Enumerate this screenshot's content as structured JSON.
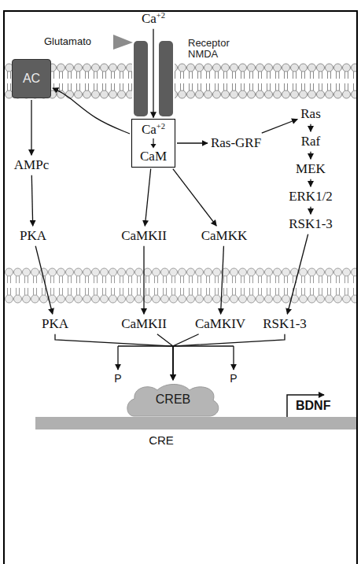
{
  "diagram": {
    "nodes": [
      {
        "text": [
          "AC"
        ]
      },
      {
        "text": [
          "Ca+2"
        ]
      },
      {
        "text": [
          "Receptor NMDA"
        ]
      },
      {
        "text": [
          "Ca+2",
          "CaM"
        ]
      },
      {
        "text": [
          "Ras-GRF"
        ]
      },
      {
        "text": [
          "Ras"
        ]
      },
      {
        "text": [
          "Raf"
        ]
      },
      {
        "text": [
          "MEK"
        ]
      },
      {
        "text": [
          "ERK1/2"
        ]
      },
      {
        "text": [
          "RSK1-3"
        ]
      },
      {
        "text": [
          "AMPc"
        ]
      },
      {
        "text": [
          "PKA"
        ]
      },
      {
        "text": [
          "CaMKII"
        ]
      },
      {
        "text": [
          "CaMKK"
        ]
      },
      {
        "text": [
          "PKA"
        ]
      },
      {
        "text": [
          "CaMKII"
        ]
      },
      {
        "text": [
          "CaMKIV"
        ]
      },
      {
        "text": [
          "RSK1-3"
        ]
      },
      {
        "text": [
          "CREB"
        ]
      }
    ],
    "edges": [
      {
        "from": 1,
        "to": 3,
        "arrow": "to"
      },
      {
        "from": 3,
        "to": 0,
        "arrow": "to"
      },
      {
        "from": 0,
        "to": 10,
        "arrow": "to"
      },
      {
        "from": 10,
        "to": 11,
        "arrow": "to"
      },
      {
        "from": 3,
        "to": 4,
        "arrow": "to"
      },
      {
        "from": 4,
        "to": 5,
        "arrow": "to"
      },
      {
        "from": 5,
        "to": 6,
        "arrow": "to"
      },
      {
        "from": 6,
        "to": 7,
        "arrow": "to"
      },
      {
        "from": 7,
        "to": 8,
        "arrow": "to"
      },
      {
        "from": 8,
        "to": 9,
        "arrow": "to"
      },
      {
        "from": 3,
        "to": 12,
        "arrow": "to"
      },
      {
        "from": 3,
        "to": 13,
        "arrow": "to"
      },
      {
        "from": 11,
        "to": 14,
        "arrow": "to"
      },
      {
        "from": 12,
        "to": 15,
        "arrow": "to"
      },
      {
        "from": 13,
        "to": 16,
        "arrow": "to"
      },
      {
        "from": 9,
        "to": 17,
        "arrow": "to"
      },
      {
        "from": 14,
        "to": 18,
        "arrow": "to"
      },
      {
        "from": 15,
        "to": 18,
        "arrow": "to"
      },
      {
        "from": 16,
        "to": 18,
        "arrow": "to"
      },
      {
        "from": 17,
        "to": 18,
        "arrow": "to"
      }
    ],
    "labels": [
      "Glutamato",
      "P",
      "P",
      "CRE",
      "BDNF"
    ]
  }
}
